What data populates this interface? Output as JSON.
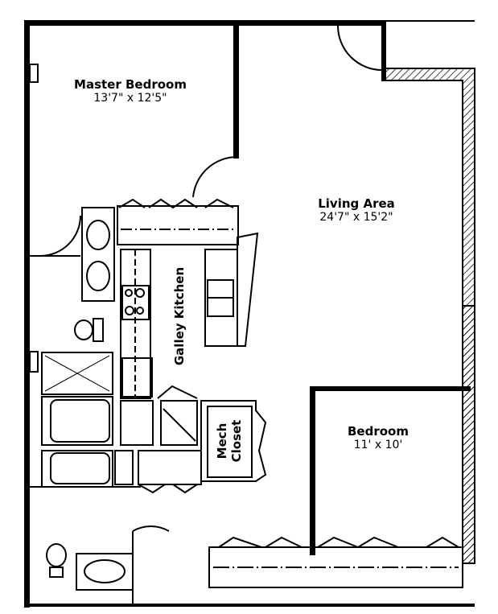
{
  "rooms": {
    "master_bedroom": {
      "name": "Master Bedroom",
      "dims": "13'7\" x 12'5\""
    },
    "living_area": {
      "name": "Living Area",
      "dims": "24'7\" x 15'2\""
    },
    "kitchen": {
      "name": "Galley Kitchen"
    },
    "bedroom": {
      "name": "Bedroom",
      "dims": "11' x 10'"
    },
    "mech_closet": {
      "line1": "Mech",
      "line2": "Closet"
    }
  },
  "colors": {
    "line": "#000000",
    "background": "#ffffff"
  }
}
